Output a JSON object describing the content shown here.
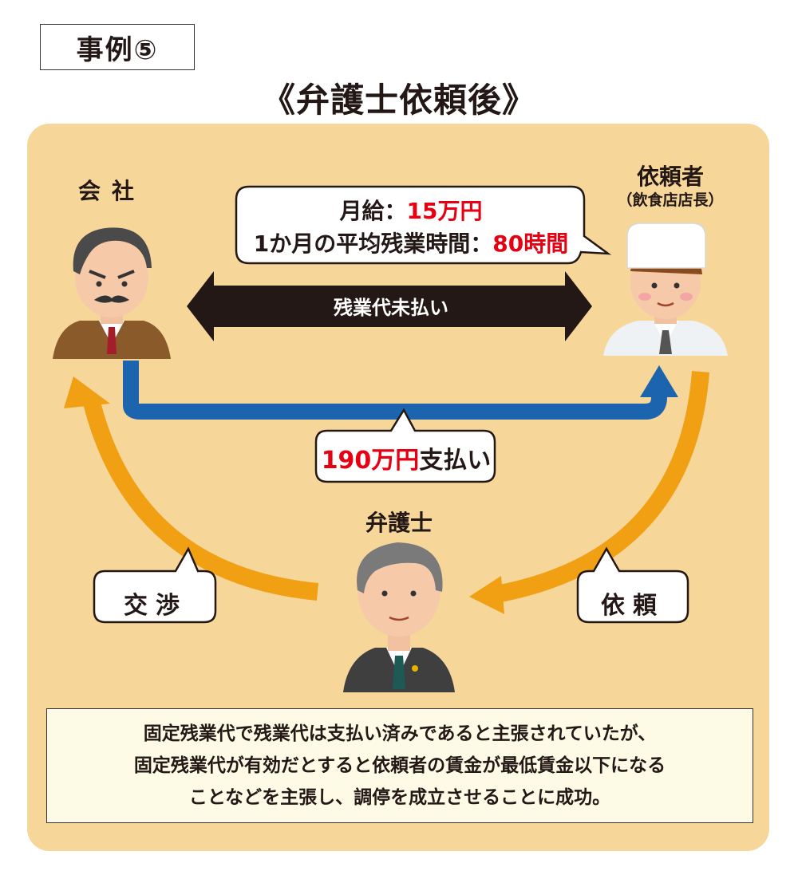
{
  "case_label": "事例⑤",
  "title": "《弁護士依頼後》",
  "company_label": "会社",
  "client_label": "依頼者",
  "client_sub": "（飲食店店長）",
  "lawyer_label": "弁護士",
  "salary": {
    "label": "月給：",
    "value": "15万円",
    "overtime_label": "1か月の平均残業時間：",
    "overtime_value": "80時間"
  },
  "unpaid_label": "残業代未払い",
  "payment": {
    "amount": "190万円",
    "label": "支払い"
  },
  "negotiation_label": "交渉",
  "request_label": "依頼",
  "summary": [
    "固定残業代で残業代は支払い済みであると主張されていたが、",
    "固定残業代が有効だとすると依頼者の賃金が最低賃金以下になる",
    "ことなどを主張し、調停を成立させることに成功。"
  ],
  "colors": {
    "panel": "#f6d699",
    "flow_orange": "#f0a012",
    "flow_blue": "#1d64ae",
    "dark_arrow": "#231815",
    "highlight_red": "#e60012"
  }
}
